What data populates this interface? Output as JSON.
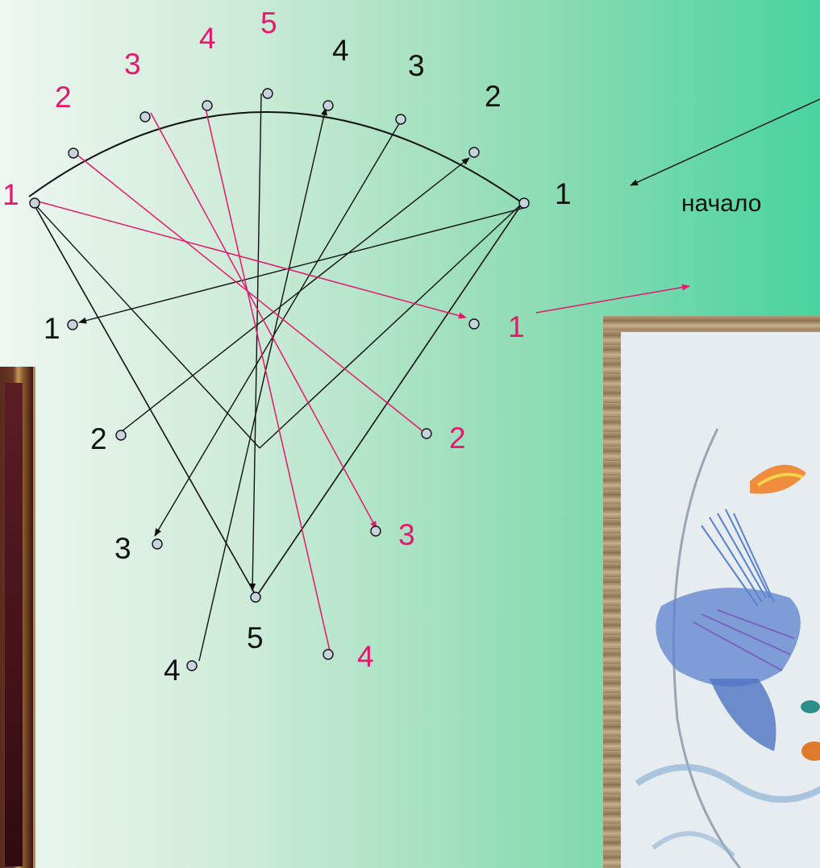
{
  "diagram": {
    "start_label": "начало",
    "arc_labels_black": [
      "4",
      "3",
      "2",
      "1"
    ],
    "arc_labels_pink": [
      "1",
      "2",
      "3",
      "4",
      "5"
    ],
    "left_side_labels": [
      "1",
      "2",
      "3",
      "4"
    ],
    "right_side_labels": [
      "1",
      "2",
      "3",
      "4"
    ],
    "bottom_label": "5"
  },
  "colors": {
    "pink_thread": "#e5176e",
    "black_thread": "#111111",
    "hole_fill": "#c9d3e0"
  },
  "photos": {
    "left": "framed-embroidery-photo",
    "right": "fish-thread-art-photo"
  }
}
